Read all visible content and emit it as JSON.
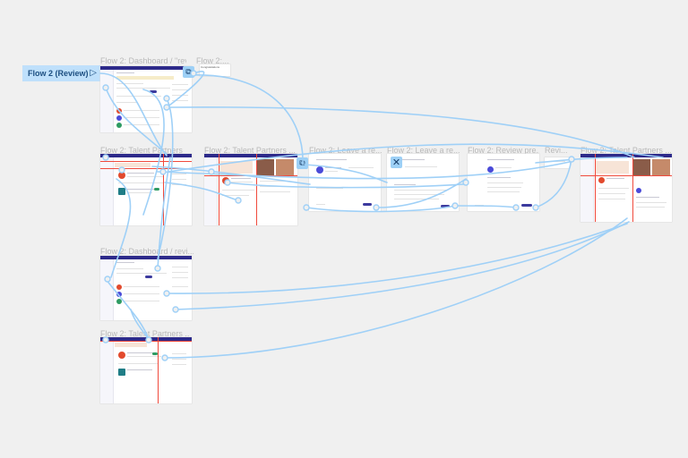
{
  "flow_start": {
    "label": "Flow 2 (Review)",
    "play_icon": "play-icon"
  },
  "frames": {
    "f1": "Flow 2: Dashboard / \"rev...",
    "f2": "Flow 2:...",
    "f3": "Flow 2: Talent Partners ...",
    "f4": "Flow 2: Talent Partners ...",
    "f5": "Flow 2: Leave a re...",
    "f6": "Flow 2: Leave a re...",
    "f7": "Flow 2: Review pre...",
    "f8": "Revi...",
    "f9": "Flow 2: Talent Partners ...",
    "f10": "Flow 2: Dashboard / revi...",
    "f11": "Flow 2: Talent Partners ..."
  },
  "toast_text": "Congratulations",
  "icons": {
    "device": "device-swap-icon",
    "close": "close-icon"
  },
  "colors": {
    "canvas": "#f0f0f0",
    "connector": "#9fd0f7",
    "flow_start_bg": "#bfe0fb",
    "brand_bar": "#2d2a8a",
    "spec_red": "#f04a3c"
  }
}
